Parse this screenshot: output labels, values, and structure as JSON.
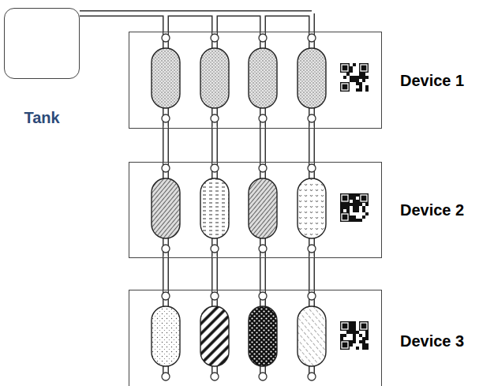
{
  "diagram": {
    "nodes": [
      {
        "text": [
          "Tank"
        ]
      },
      {
        "text": [
          "Device 1"
        ]
      },
      {
        "text": [
          "Device 2"
        ]
      },
      {
        "text": [
          "Device 3"
        ]
      }
    ],
    "edges": [
      {
        "from": 0,
        "to": 1,
        "arrow": "none"
      },
      {
        "from": 1,
        "to": 2,
        "arrow": "none"
      },
      {
        "from": 2,
        "to": 3,
        "arrow": "none"
      }
    ]
  }
}
